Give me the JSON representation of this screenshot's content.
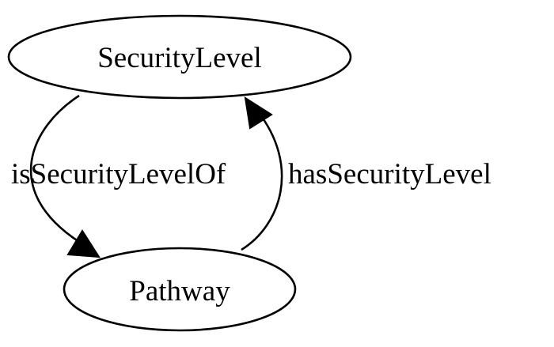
{
  "diagram": {
    "nodes": [
      {
        "id": "securitylevel",
        "label": "SecurityLevel"
      },
      {
        "id": "pathway",
        "label": "Pathway"
      }
    ],
    "edges": [
      {
        "from": "securitylevel",
        "to": "pathway",
        "label": "isSecurityLevelOf"
      },
      {
        "from": "pathway",
        "to": "securitylevel",
        "label": "hasSecurityLevel"
      }
    ],
    "colors": {
      "stroke": "#000000",
      "text": "#000000",
      "background": "#ffffff"
    }
  }
}
